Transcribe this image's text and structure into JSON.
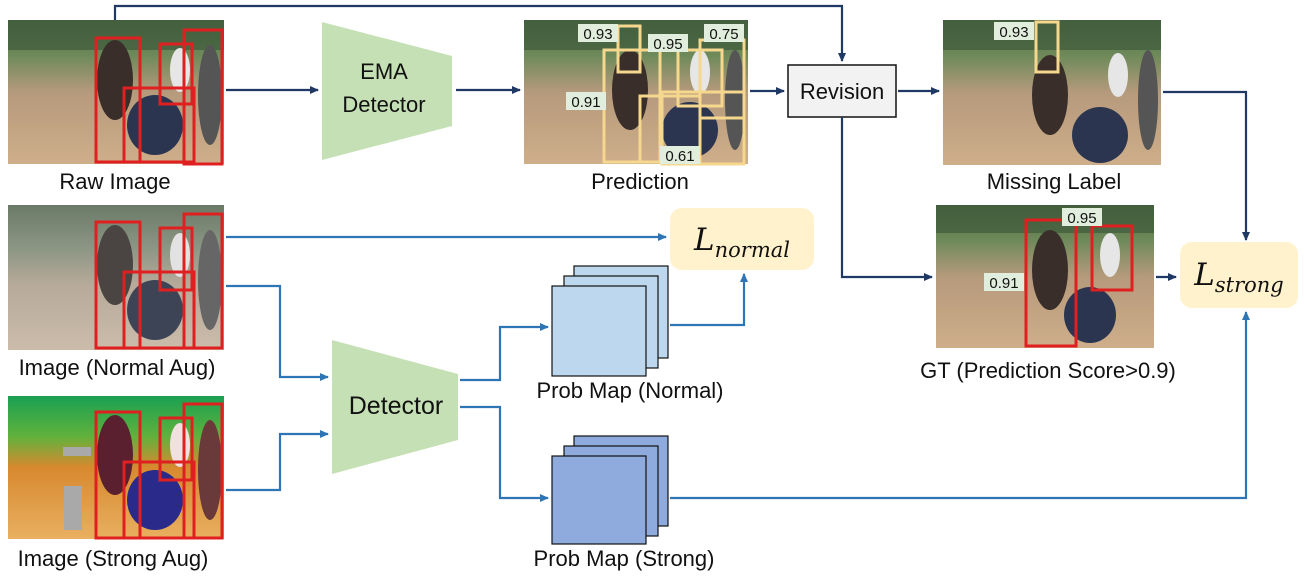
{
  "images": {
    "raw": "Raw Image",
    "normal_aug": "Image (Normal Aug)",
    "strong_aug": "Image (Strong Aug)",
    "prediction": "Prediction",
    "missing_label": "Missing Label",
    "gt": "GT (Prediction Score>0.9)"
  },
  "modules": {
    "ema_line1": "EMA",
    "ema_line2": "Detector",
    "detector": "Detector",
    "revision": "Revision"
  },
  "prob_maps": {
    "normal": "Prob Map (Normal)",
    "strong": "Prob Map (Strong)"
  },
  "losses": {
    "normal_main": "L",
    "normal_sub": "normal",
    "strong_main": "L",
    "strong_sub": "strong"
  },
  "scores": {
    "prediction": [
      "0.93",
      "0.95",
      "0.75",
      "0.91",
      "0.61"
    ],
    "missing": [
      "0.93"
    ],
    "gt": [
      "0.95",
      "0.91"
    ]
  },
  "colors": {
    "dark_arrow": "#1f3864",
    "blue_arrow": "#2e75b6",
    "gt_box": "#e02020",
    "pred_box": "#f5d78e",
    "detector_fill": "#c5e0b4",
    "loss_fill": "#fff2cc",
    "prob_normal": "#bdd7ee",
    "prob_strong": "#8faadc"
  }
}
